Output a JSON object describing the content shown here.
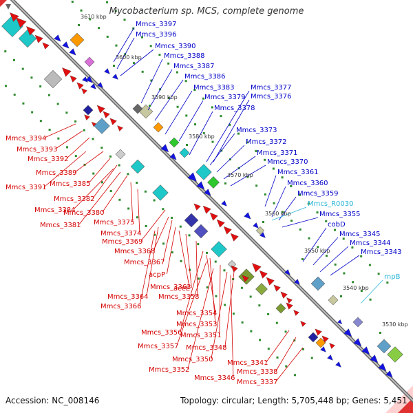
{
  "title": "Mycobacterium sp. MCS, complete genome",
  "accession_text": "Accession: NC_008146",
  "summary_text": "Topology: circular; Length: 5,705,448 bp; Genes: 5,451",
  "colors": {
    "backbone": "#888888",
    "reverse_label": "#d40000",
    "forward_label": "#0000c8",
    "rna_label": "#29b6d6",
    "forward_feature": "#1414e0",
    "reverse_feature": "#e01010",
    "ruler_dot": "#2e8b2e"
  },
  "scale_ticks": [
    "3610 kbp",
    "3600 kbp",
    "3590 kbp",
    "3580 kbp",
    "3570 kbp",
    "3560 kbp",
    "3550 kbp",
    "3540 kbp",
    "3530 kbp"
  ],
  "forward_labels": [
    "Mmcs_3397",
    "Mmcs_3396",
    "Mmcs_3390",
    "Mmcs_3388",
    "Mmcs_3387",
    "Mmcs_3386",
    "Mmcs_3383",
    "Mmcs_3377",
    "Mmcs_3379",
    "Mmcs_3376",
    "Mmcs_3378",
    "Mmcs_3373",
    "Mmcs_3372",
    "Mmcs_3371",
    "Mmcs_3370",
    "Mmcs_3361",
    "Mmcs_3360",
    "Mmcs_3359",
    "Mmcs_R0030",
    "Mmcs_3355",
    "cobD",
    "Mmcs_3345",
    "Mmcs_3344",
    "Mmcs_3343",
    "rnpB"
  ],
  "reverse_labels": [
    "Mmcs_3394",
    "Mmcs_3393",
    "Mmcs_3392",
    "Mmcs_3389",
    "Mmcs_3391",
    "Mmcs_3385",
    "Mmcs_3382",
    "Mmcs_3384",
    "Mmcs_3380",
    "Mmcs_3381",
    "Mmcs_3375",
    "Mmcs_3374",
    "Mmcs_3369",
    "Mmcs_3368",
    "Mmcs_3367",
    "acpP",
    "Mmcs_3363",
    "aceE",
    "Mmcs_3364",
    "Mmcs_3358",
    "Mmcs_3366",
    "Mmcs_3354",
    "Mmcs_3353",
    "Mmcs_3356",
    "Mmcs_3351",
    "Mmcs_3357",
    "Mmcs_3348",
    "Mmcs_3350",
    "Mmcs_3352",
    "Mmcs_3341",
    "Mmcs_3346",
    "Mmcs_3338",
    "Mmcs_3337"
  ]
}
